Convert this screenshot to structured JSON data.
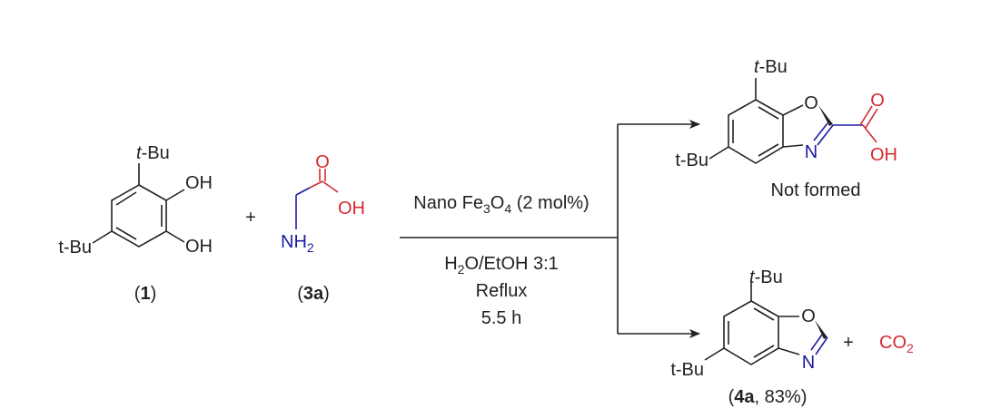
{
  "reactant1": {
    "tbu_top": "t-Bu",
    "tbu_left": "t-Bu",
    "oh_top": "OH",
    "oh_bottom": "OH",
    "label_open": "(",
    "label_num": "1",
    "label_close": ")"
  },
  "plus1": "+",
  "reactant2": {
    "o": "O",
    "oh": "OH",
    "nh": "NH",
    "nh_sub": "2",
    "label_open": "(",
    "label_num": "3a",
    "label_close": ")"
  },
  "conditions": {
    "catalyst_a": "Nano Fe",
    "catalyst_sub1": "3",
    "catalyst_b": "O",
    "catalyst_sub2": "4",
    "catalyst_c": " (2 mol%)",
    "solvent_a": "H",
    "solvent_sub": "2",
    "solvent_b": "O/EtOH 3:1",
    "temp": "Reflux",
    "time": "5.5 h"
  },
  "product_top": {
    "tbu_top": "t-Bu",
    "tbu_left": "t-Bu",
    "o_ring": "O",
    "n_ring": "N",
    "o_carbonyl": "O",
    "oh": "OH",
    "note": "Not formed"
  },
  "product_bottom": {
    "tbu_top": "t-Bu",
    "tbu_left": "t-Bu",
    "o_ring": "O",
    "n_ring": "N",
    "plus": "+",
    "co": "CO",
    "co_sub": "2",
    "label_open": "(",
    "label_num": "4a",
    "label_rest": ", 83%)"
  },
  "colors": {
    "oxygen": "#d42a2f",
    "nitrogen": "#1c1ca3",
    "bond": "#222222"
  }
}
